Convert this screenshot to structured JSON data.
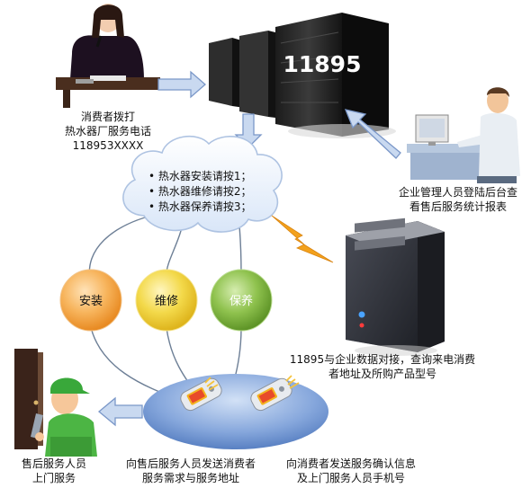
{
  "consumer": {
    "line1": "消费者拨打",
    "line2": "热水器厂服务电话",
    "line3": "118953XXXX"
  },
  "server_brand": "11895",
  "admin": {
    "line1": "企业管理人员登陆后台查",
    "line2": "看售后服务统计报表"
  },
  "ivr_menu": [
    "热水器安装请按1；",
    "热水器维修请按2；",
    "热水器保养请按3；"
  ],
  "services": {
    "install": "安装",
    "repair": "维修",
    "maintain": "保养"
  },
  "integration": {
    "line1": "11895与企业数据对接，查询来电消费",
    "line2": "者地址及所购产品型号"
  },
  "sms_to_staff": {
    "line1": "向售后服务人员发送消费者",
    "line2": "服务需求与服务地址"
  },
  "sms_to_consumer": {
    "line1": "向消费者发送服务确认信息",
    "line2": "及上门服务人员手机号"
  },
  "technician": {
    "line1": "售后服务人员",
    "line2": "上门服务"
  },
  "colors": {
    "arrow_fill": "#c9d9f0",
    "arrow_stroke": "#7a97c8",
    "cloud": "#eaf1fc",
    "install": "#f5a545",
    "repair": "#f1d13a",
    "maintain": "#7ab13c",
    "ellipse": "#5e86c7",
    "lightning": "#f3a11c"
  },
  "icons": [
    "consumer-phone-icon",
    "server-rack-icon",
    "admin-computer-icon",
    "cloud-icon",
    "server-tower-icon",
    "mobile-phone-icon",
    "technician-icon",
    "lightning-icon"
  ]
}
